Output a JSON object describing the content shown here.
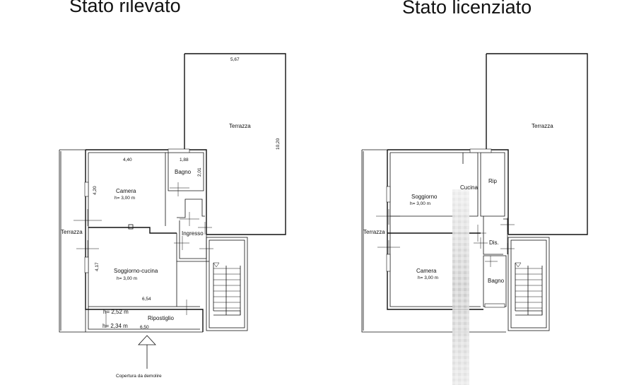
{
  "headings": {
    "left": "Stato rilevato",
    "right": "Stato licenziato"
  },
  "left_plan": {
    "terrazza_top": "Terrazza",
    "terrazza_side": "Terrazza",
    "dim_top": "5,67",
    "dim_vertical": "10,20",
    "dim_camera_width": "4,40",
    "dim_bagno_width": "1,88",
    "dim_bagno_height": "2,01",
    "dim_camera_height": "4,20",
    "dim_soggiorno_height": "4,17",
    "dim_soggiorno_width": "6,54",
    "dim_ripostiglio_width": "6,50",
    "camera": "Camera",
    "camera_height": "h= 3,00 m",
    "bagno": "Bagno",
    "ingresso": "Ingresso",
    "soggiorno_cucina": "Soggiorno-cucina",
    "soggiorno_height": "h= 3,00 m",
    "rip_height_1": "h= 2,52 m",
    "rip_height_2": "h= 2,34 m",
    "ripostiglio": "Ripostiglio",
    "copertura": "Copertura da demolire"
  },
  "right_plan": {
    "terrazza_top": "Terrazza",
    "terrazza_side": "Terrazza",
    "soggiorno": "Soggiorno",
    "soggiorno_height": "h= 3,00 m",
    "cucina": "Cucina",
    "rip": "Rip",
    "dis": "Dis.",
    "camera": "Camera",
    "camera_height": "h= 3,00 m",
    "bagno": "Bagno"
  },
  "colors": {
    "line": "#111111",
    "blur_strip": "#c9c9c9"
  }
}
